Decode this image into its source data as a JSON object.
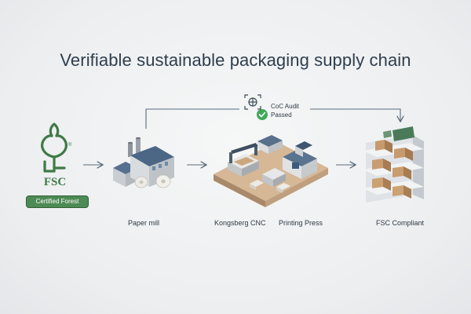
{
  "title": "Verifiable sustainable packaging supply chain",
  "fsc_logo": {
    "text": "FSC",
    "trademark": "®",
    "badge": "Certified Forest"
  },
  "audit": {
    "line1": "CoC Audit",
    "line2": "Passed"
  },
  "stages": [
    {
      "label": "Paper mill"
    },
    {
      "label": "Kongsberg CNC"
    },
    {
      "label": "Printing Press"
    },
    {
      "label": "FSC Compliant"
    }
  ],
  "colors": {
    "title": "#2f3e4d",
    "fsc_green": "#3f7a45",
    "badge_green": "#4e8a55",
    "arrow": "#5a6b7a",
    "check": "#3fa85a"
  }
}
